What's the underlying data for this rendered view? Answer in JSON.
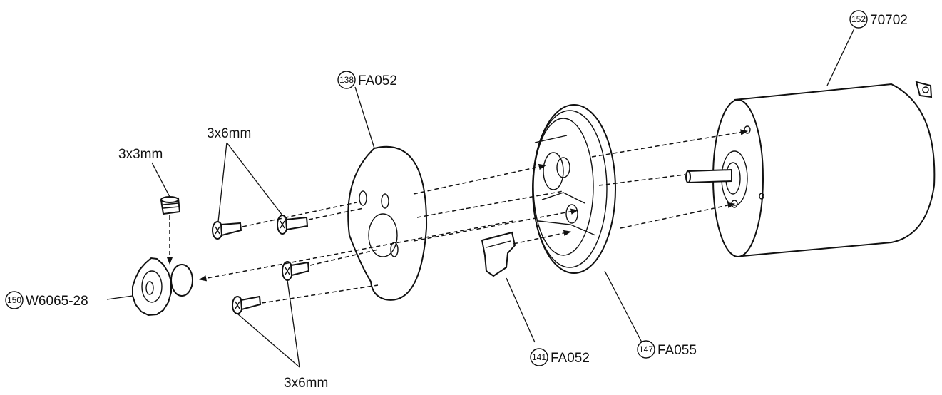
{
  "labels": {
    "motor_num": "152",
    "motor_code": "70702",
    "plate_num": "138",
    "plate_code": "FA052",
    "mount_num": "147",
    "mount_code": "FA055",
    "clip_num": "141",
    "clip_code": "FA052",
    "pinion_num": "150",
    "pinion_code": "W6065-28",
    "setscrew_size": "3x3mm",
    "screws_top_size": "3x6mm",
    "screws_bottom_size": "3x6mm"
  }
}
